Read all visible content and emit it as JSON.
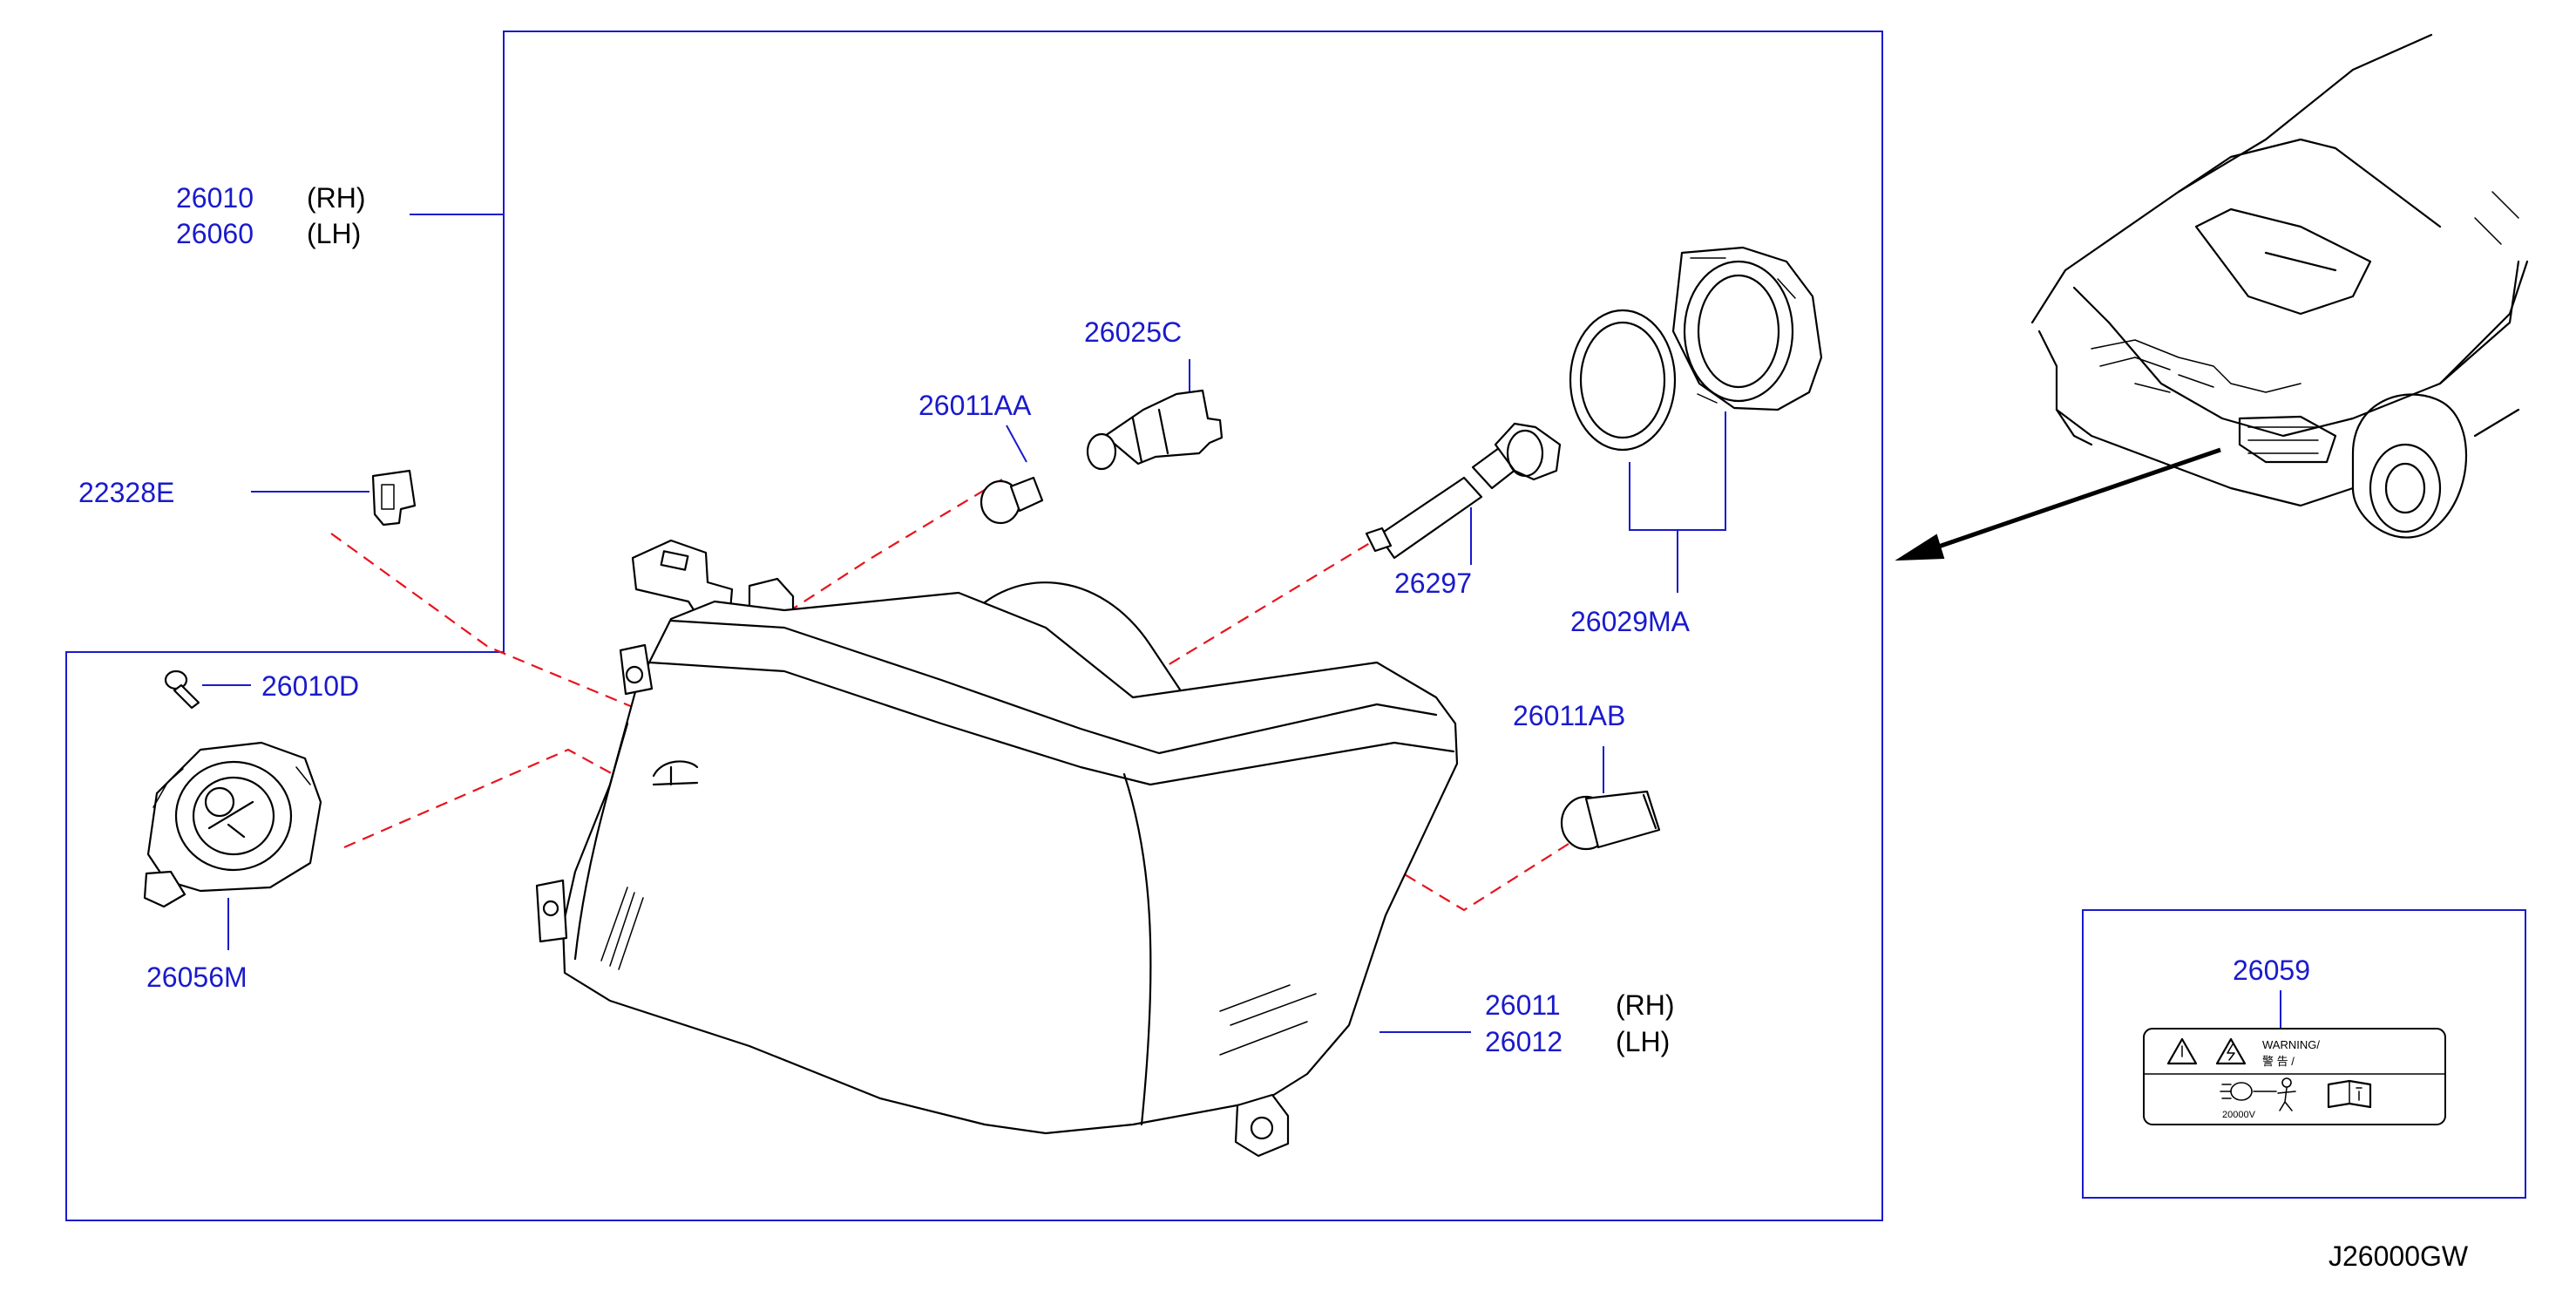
{
  "diagram_code": "J26000GW",
  "parts": [
    {
      "id": "headlamp_assy_rh",
      "number": "26010",
      "side": "(RH)"
    },
    {
      "id": "headlamp_assy_lh",
      "number": "26060",
      "side": "(LH)"
    },
    {
      "id": "clip",
      "number": "22328E"
    },
    {
      "id": "screw",
      "number": "26010D"
    },
    {
      "id": "leveling_motor",
      "number": "26056M"
    },
    {
      "id": "socket",
      "number": "26025C"
    },
    {
      "id": "bulb_aa",
      "number": "26011AA"
    },
    {
      "id": "xenon_bulb",
      "number": "26297"
    },
    {
      "id": "bulb_ring",
      "number": "26029MA"
    },
    {
      "id": "bulb_ab",
      "number": "26011AB"
    },
    {
      "id": "housing_rh",
      "number": "26011",
      "side": "(RH)"
    },
    {
      "id": "housing_lh",
      "number": "26012",
      "side": "(LH)"
    },
    {
      "id": "warning_label",
      "number": "26059"
    }
  ],
  "warning_label": {
    "line1": "WARNING/",
    "line2": "警 告 /",
    "voltage": "20000V"
  },
  "colors": {
    "part_number": "#1a1acc",
    "frame": "#1a1acc",
    "dash_line": "#e8141e",
    "line_art": "#000000"
  }
}
